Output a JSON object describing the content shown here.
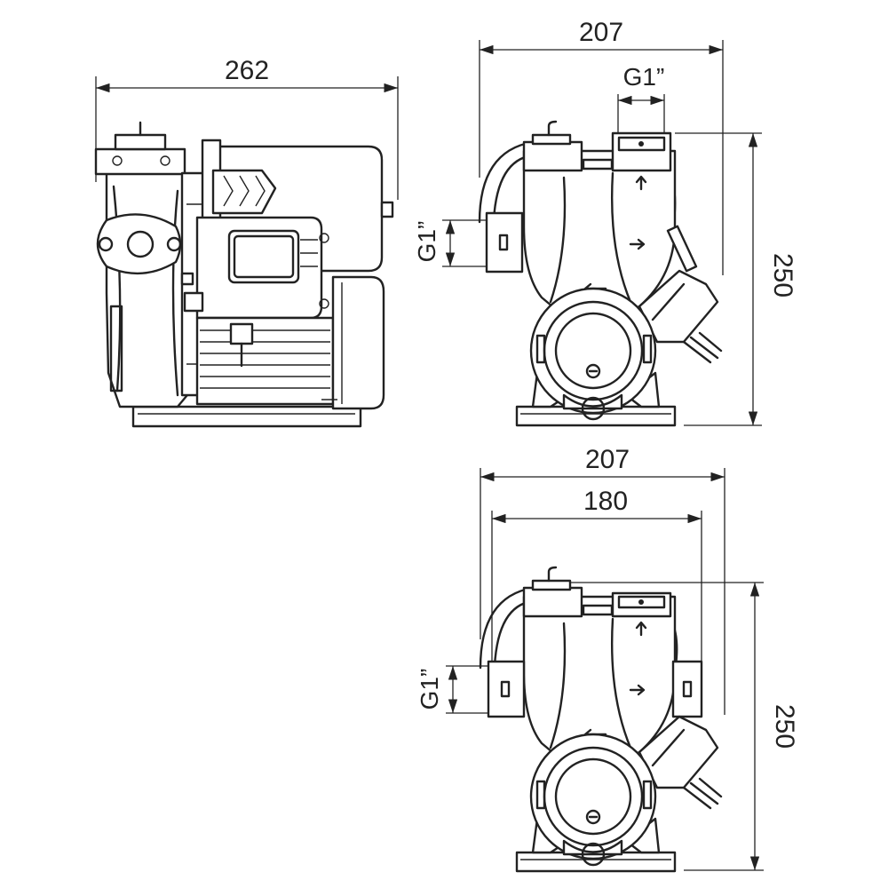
{
  "figure": {
    "views": [
      {
        "name": "side-view",
        "dimensions": {
          "overall_length": "262"
        }
      },
      {
        "name": "front-view-top",
        "dimensions": {
          "overall_width": "207",
          "outlet_thread": "G1”",
          "inlet_thread": "G1”",
          "overall_height": "250"
        }
      },
      {
        "name": "front-view-bottom",
        "dimensions": {
          "overall_width": "207",
          "base_width": "180",
          "inlet_thread": "G1”",
          "overall_height": "250"
        }
      }
    ]
  }
}
